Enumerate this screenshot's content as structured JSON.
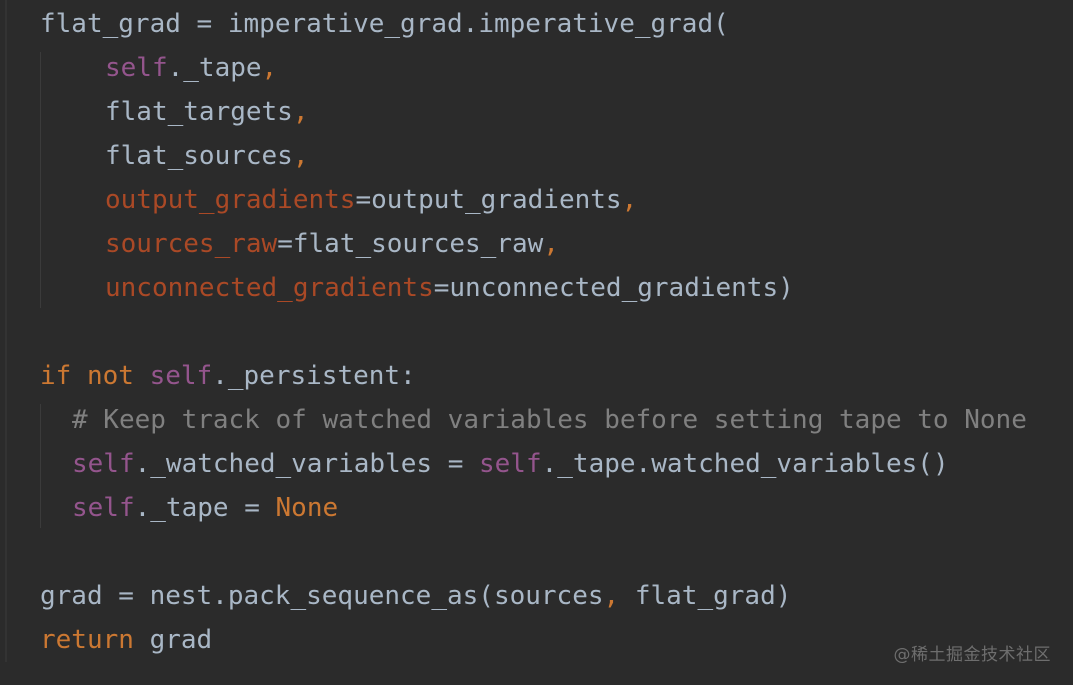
{
  "code": {
    "line1": {
      "target": "flat_grad",
      "assign": " = ",
      "call": "imperative_grad.imperative_grad("
    },
    "line2": {
      "self": "self",
      "attr": "._tape",
      "comma": ","
    },
    "line3": {
      "name": "flat_targets",
      "comma": ","
    },
    "line4": {
      "name": "flat_sources",
      "comma": ","
    },
    "line5": {
      "param": "output_gradients",
      "value": "=output_gradients",
      "comma": ","
    },
    "line6": {
      "param": "sources_raw",
      "value": "=flat_sources_raw",
      "comma": ","
    },
    "line7": {
      "param": "unconnected_gradients",
      "value": "=unconnected_gradients)"
    },
    "line9": {
      "kw_if": "if",
      "kw_not": "not",
      "self": "self",
      "rest": "._persistent:"
    },
    "line10": {
      "comment": "# Keep track of watched variables before setting tape to None"
    },
    "line11": {
      "self1": "self",
      "mid": "._watched_variables = ",
      "self2": "self",
      "rest": "._tape.watched_variables()"
    },
    "line12": {
      "self": "self",
      "mid": "._tape = ",
      "none": "None"
    },
    "line14": {
      "lhs": "grad = nest.pack_sequence_as(sources",
      "comma": ",",
      "rhs": " flat_grad)"
    },
    "line15": {
      "kw": "return",
      "rest": " grad"
    }
  },
  "watermark": "@稀土掘金技术社区",
  "colors": {
    "background": "#2b2b2b",
    "default_text": "#a9b7c6",
    "keyword": "#cc7832",
    "self": "#94558d",
    "named_param": "#aa4926",
    "comment": "#808080"
  }
}
